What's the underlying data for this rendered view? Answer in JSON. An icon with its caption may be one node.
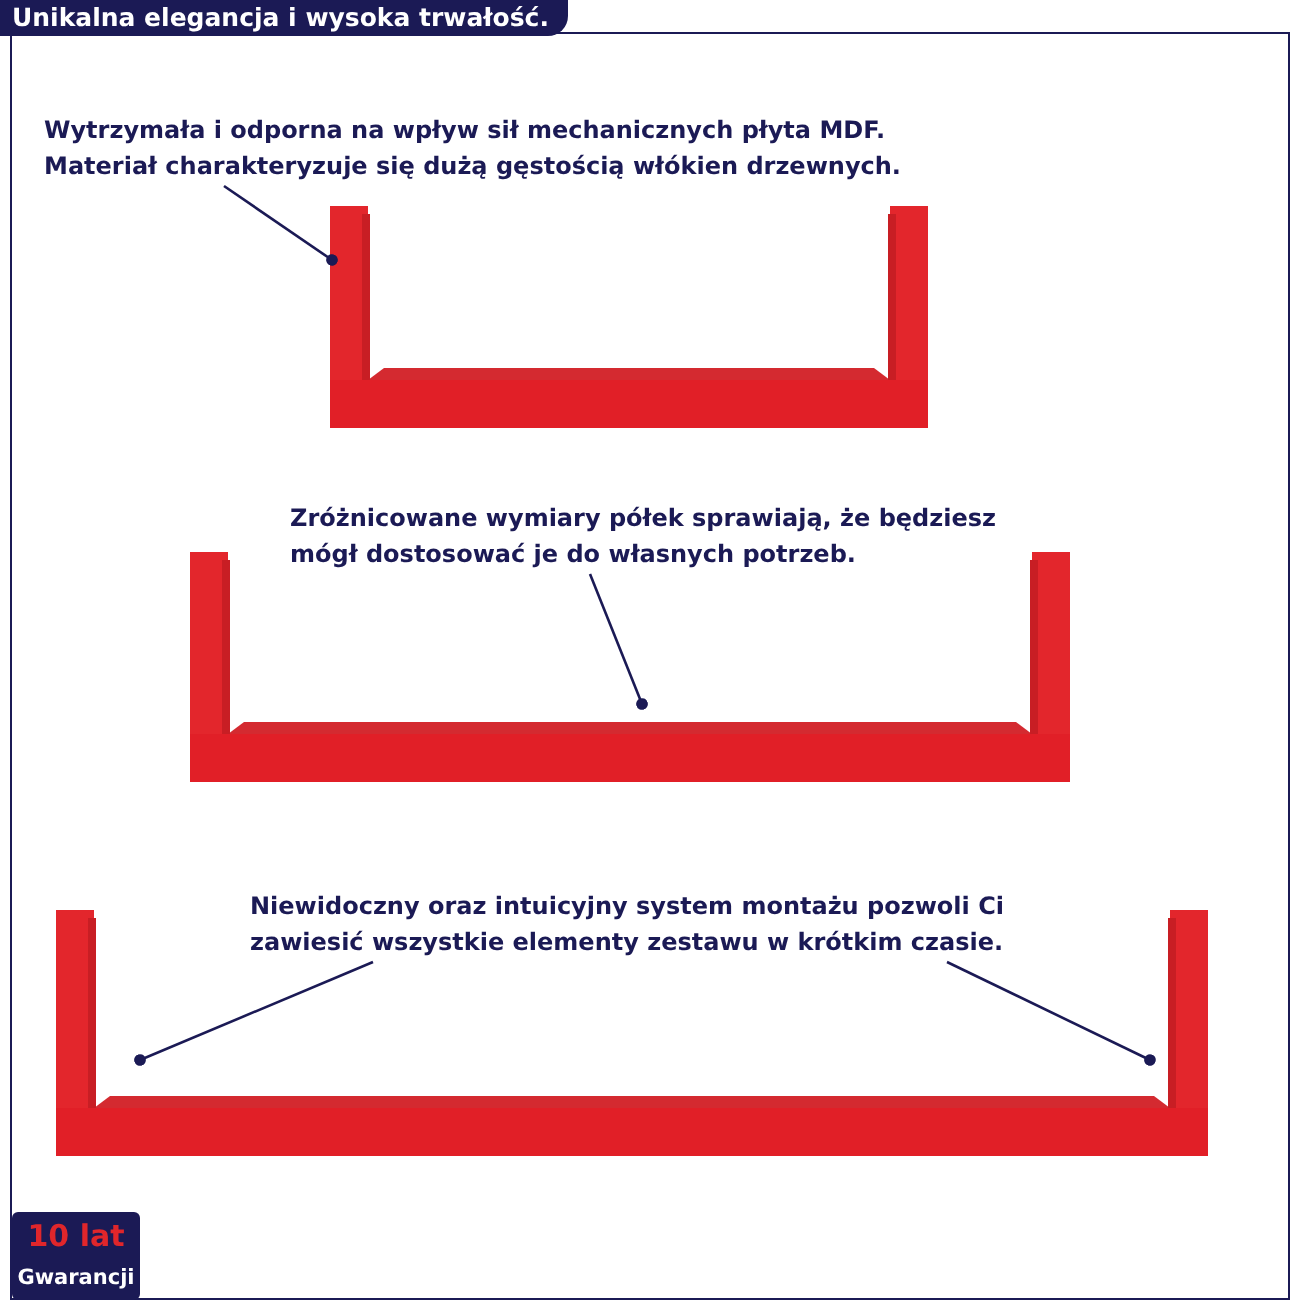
{
  "diagram": {
    "title": "Unikalna elegancja i wysoka trwałość.",
    "nodes": [
      {
        "text": [
          "Wytrzymała i odporna na wpływ sił mechanicznych płyta MDF. Materiał charakteryzuje się dużą gęstością włókien drzewnych."
        ]
      },
      {
        "text": [],
        "shape": "picture"
      },
      {
        "text": [
          "Zróżnicowane wymiary półek sprawiają, że będziesz mógł dostosować je do własnych potrzeb."
        ]
      },
      {
        "text": [],
        "shape": "picture"
      },
      {
        "text": [
          "Niewidoczny oraz intuicyjny system montażu pozwoli Ci zawiesić wszystkie elementy zestawu w krótkim czasie."
        ]
      },
      {
        "text": [],
        "shape": "picture"
      }
    ],
    "edges": [
      {
        "from": 0,
        "to": 1,
        "arrow": "other"
      },
      {
        "from": 2,
        "to": 3,
        "arrow": "other"
      },
      {
        "from": 4,
        "to": 5,
        "arrow": "other"
      },
      {
        "from": 4,
        "to": 5,
        "arrow": "other"
      }
    ],
    "labels": [
      "10 lat",
      "Gwarancji"
    ]
  }
}
